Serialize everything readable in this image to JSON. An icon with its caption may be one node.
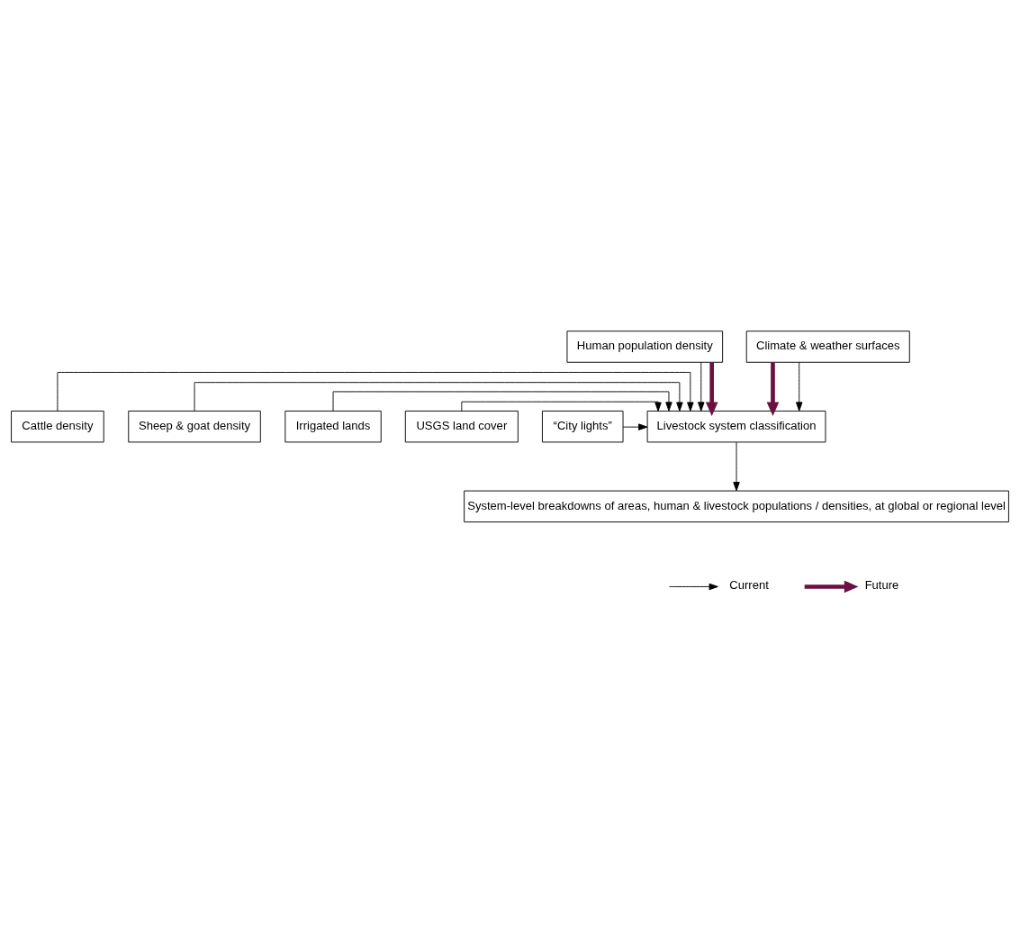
{
  "diagram": {
    "nodes": [
      {
        "text": [
          "Human population density"
        ]
      },
      {
        "text": [
          "Climate & weather surfaces"
        ]
      },
      {
        "text": [
          "Cattle density"
        ]
      },
      {
        "text": [
          "Sheep & goat density"
        ]
      },
      {
        "text": [
          "Livestock system classification"
        ]
      },
      {
        "text": [
          "Irrigated lands"
        ]
      },
      {
        "text": [
          "USGS land cover"
        ]
      },
      {
        "text": [
          "“City lights”"
        ]
      },
      {
        "text": [
          "System-level breakdowns of areas, human & livestock populations / densities, at global or regional level"
        ]
      }
    ],
    "edges": [
      {
        "from": 0,
        "to": 4,
        "arrow": "to"
      },
      {
        "from": 0,
        "to": 4,
        "arrow": "to",
        "style": "thick",
        "color": "#6b1040"
      },
      {
        "from": 1,
        "to": 4,
        "arrow": "to",
        "style": "thick",
        "color": "#6b1040"
      },
      {
        "from": 1,
        "to": 4,
        "arrow": "to"
      },
      {
        "from": 2,
        "to": 4,
        "arrow": "to"
      },
      {
        "from": 3,
        "to": 4,
        "arrow": "to"
      },
      {
        "from": 5,
        "to": 4,
        "arrow": "to"
      },
      {
        "from": 6,
        "to": 4,
        "arrow": "to"
      },
      {
        "from": 7,
        "to": 4,
        "arrow": "to"
      },
      {
        "from": 4,
        "to": 8,
        "arrow": "to"
      }
    ],
    "legend": [
      {
        "text": "Current"
      },
      {
        "text": "Future"
      }
    ]
  }
}
